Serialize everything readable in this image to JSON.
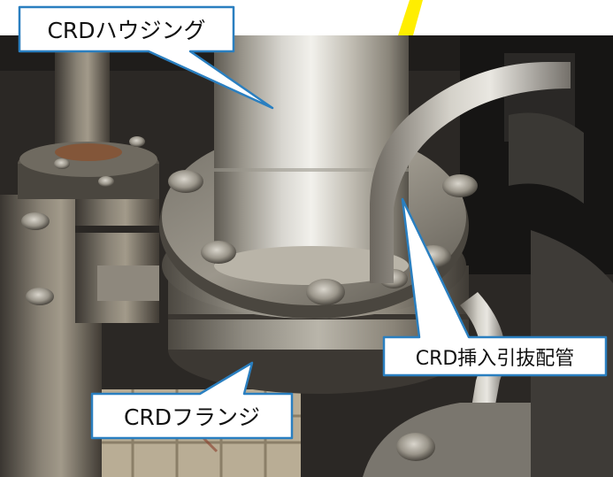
{
  "image": {
    "description_free": true
  },
  "labels": {
    "housing": "CRDハウジング",
    "piping": "CRD挿入引抜配管",
    "flange": "CRDフランジ"
  },
  "colors": {
    "callout_fill": "#ffffff",
    "callout_stroke": "#2a7fc0",
    "highlight_stroke": "#ffee00"
  }
}
